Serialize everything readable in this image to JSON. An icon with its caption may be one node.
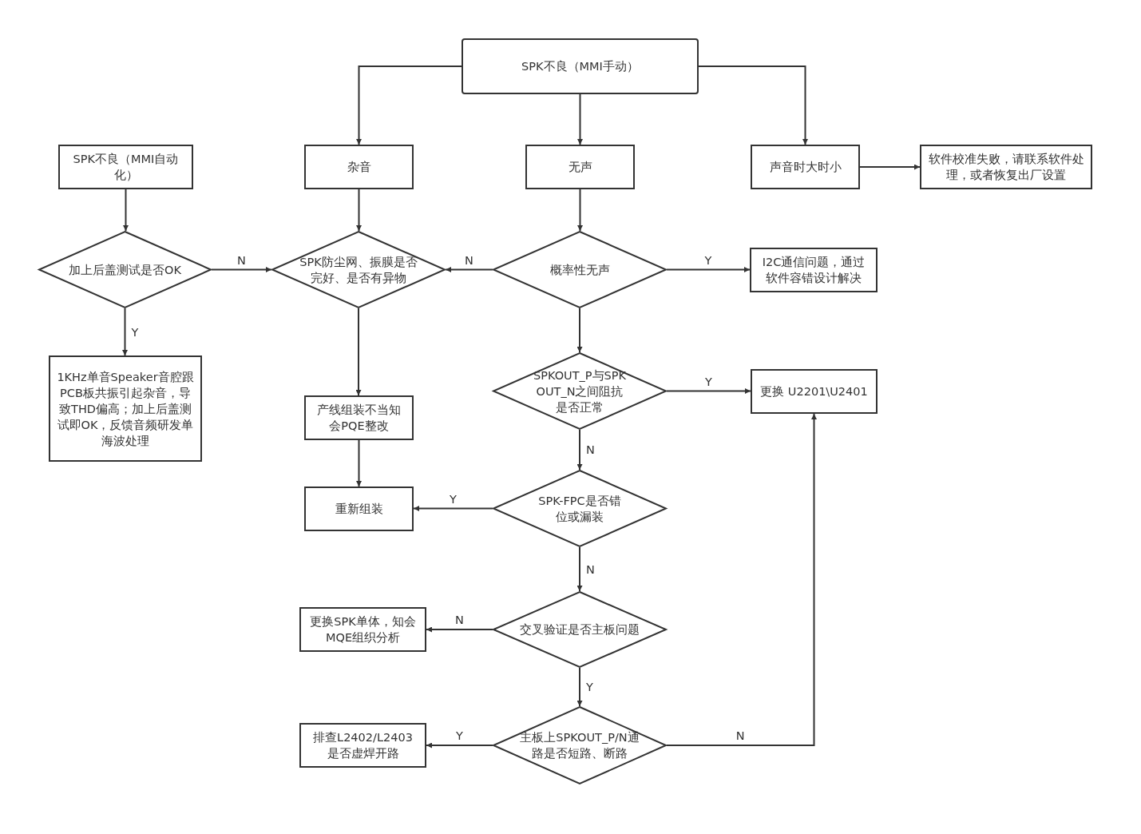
{
  "diagram": {
    "nodes": [
      {
        "text": [
          "SPK不良（MMI手动）"
        ]
      },
      {
        "text": [
          "SPK不良（MMI自动化）"
        ]
      },
      {
        "text": [
          "杂音"
        ]
      },
      {
        "text": [
          "无声"
        ]
      },
      {
        "text": [
          "声音时大时小"
        ]
      },
      {
        "text": [
          "软件校准失败，请联系软件处理，或者恢复出厂设置"
        ]
      },
      {
        "text": [
          "加上后盖测试是否OK"
        ]
      },
      {
        "text": [
          "SPK防尘网、振膜是否完好、是否有异物"
        ]
      },
      {
        "text": [
          "概率性无声"
        ]
      },
      {
        "text": [
          "I2C通信问题，通过软件容错设计解决"
        ]
      },
      {
        "text": [
          "1KHz单音Speaker音腔跟PCB板共振引起杂音，导致THD偏高；加上后盖测试即OK，反馈音频研发单海波处理"
        ]
      },
      {
        "text": [
          "SPKOUT_P与SPKOUT_N之间阻抗是否正常"
        ]
      },
      {
        "text": [
          "更换 U2201\\U2401"
        ]
      },
      {
        "text": [
          "产线组装不当知会PQE整改"
        ]
      },
      {
        "text": [
          "重新组装"
        ]
      },
      {
        "text": [
          "SPK-FPC是否错位或漏装"
        ]
      },
      {
        "text": [
          "更换SPK单体，知会MQE组织分析"
        ]
      },
      {
        "text": [
          "交叉验证是否主板问题"
        ]
      },
      {
        "text": [
          "排查L2402/L2403是否虚焊开路"
        ]
      },
      {
        "text": [
          "主板上SPKOUT_P/N通路是否短路、断路"
        ]
      }
    ],
    "edges": [
      {
        "from": 0,
        "to": 2,
        "arrow": "to"
      },
      {
        "from": 0,
        "to": 3,
        "arrow": "to"
      },
      {
        "from": 0,
        "to": 4,
        "arrow": "to"
      },
      {
        "from": 4,
        "to": 5,
        "arrow": "to"
      },
      {
        "from": 1,
        "to": 6,
        "arrow": "to"
      },
      {
        "from": 2,
        "to": 7,
        "arrow": "to"
      },
      {
        "from": 3,
        "to": 8,
        "arrow": "to"
      },
      {
        "from": 6,
        "to": 7,
        "arrow": "to",
        "label": "N"
      },
      {
        "from": 6,
        "to": 10,
        "arrow": "to",
        "label": "Y"
      },
      {
        "from": 8,
        "to": 7,
        "arrow": "to",
        "label": "N"
      },
      {
        "from": 8,
        "to": 9,
        "arrow": "to",
        "label": "Y"
      },
      {
        "from": 8,
        "to": 11,
        "arrow": "to"
      },
      {
        "from": 11,
        "to": 12,
        "arrow": "to",
        "label": "Y"
      },
      {
        "from": 11,
        "to": 15,
        "arrow": "to",
        "label": "N"
      },
      {
        "from": 7,
        "to": 13,
        "arrow": "to"
      },
      {
        "from": 13,
        "to": 14,
        "arrow": "to"
      },
      {
        "from": 15,
        "to": 14,
        "arrow": "to",
        "label": "Y"
      },
      {
        "from": 15,
        "to": 17,
        "arrow": "to",
        "label": "N"
      },
      {
        "from": 17,
        "to": 16,
        "arrow": "to",
        "label": "N"
      },
      {
        "from": 17,
        "to": 19,
        "arrow": "to",
        "label": "Y"
      },
      {
        "from": 19,
        "to": 18,
        "arrow": "to",
        "label": "Y"
      },
      {
        "from": 19,
        "to": 12,
        "arrow": "to",
        "label": "N"
      }
    ]
  }
}
